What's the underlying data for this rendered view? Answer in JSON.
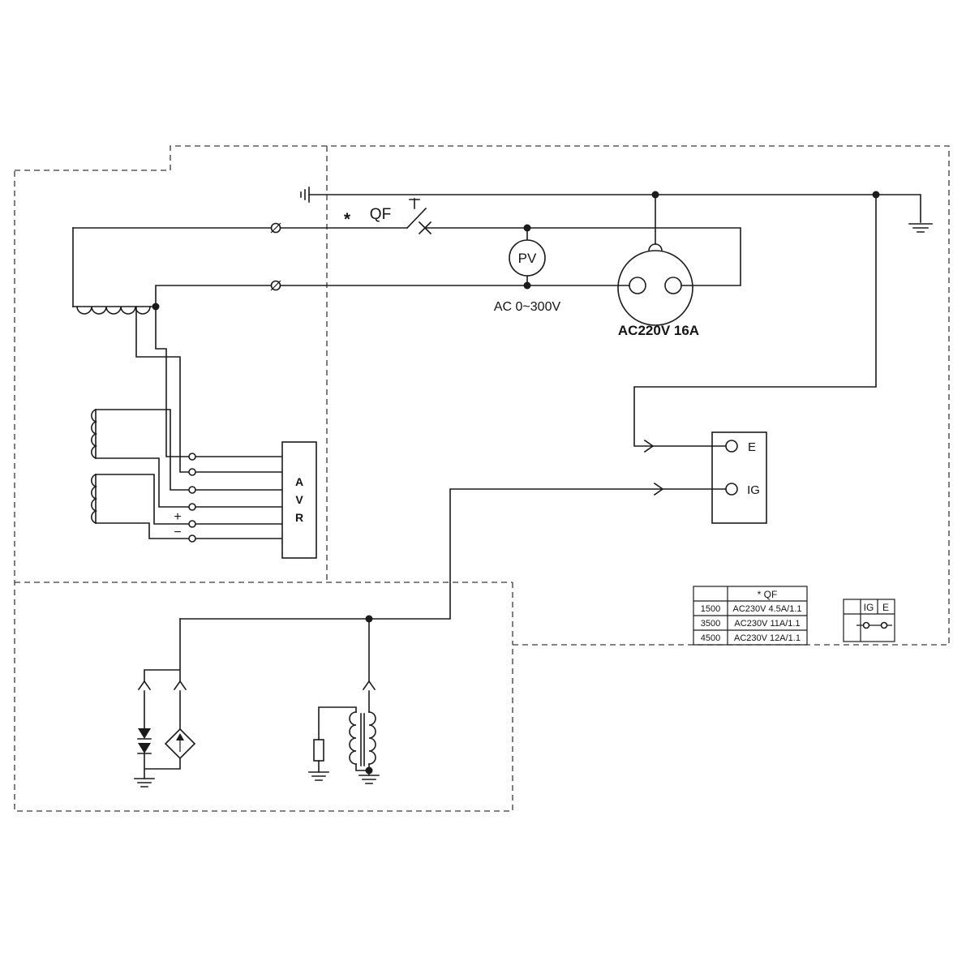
{
  "colors": {
    "line": "#1b1b1b",
    "background": "#ffffff"
  },
  "labels": {
    "breaker_star": "*",
    "breaker": "QF",
    "voltmeter": "PV",
    "voltmeter_range": "AC 0~300V",
    "socket": "AC220V 16A",
    "avr_a": "A",
    "avr_v": "V",
    "avr_r": "R",
    "plus": "+",
    "minus": "−",
    "terminal_e": "E",
    "terminal_ig": "IG"
  },
  "qf_table": {
    "header": "*  QF",
    "rows": [
      {
        "model": "1500",
        "spec": "AC230V 4.5A/1.1"
      },
      {
        "model": "3500",
        "spec": "AC230V 11A/1.1"
      },
      {
        "model": "4500",
        "spec": "AC230V 12A/1.1"
      }
    ]
  },
  "switch_table": {
    "ig": "IG",
    "e": "E"
  }
}
